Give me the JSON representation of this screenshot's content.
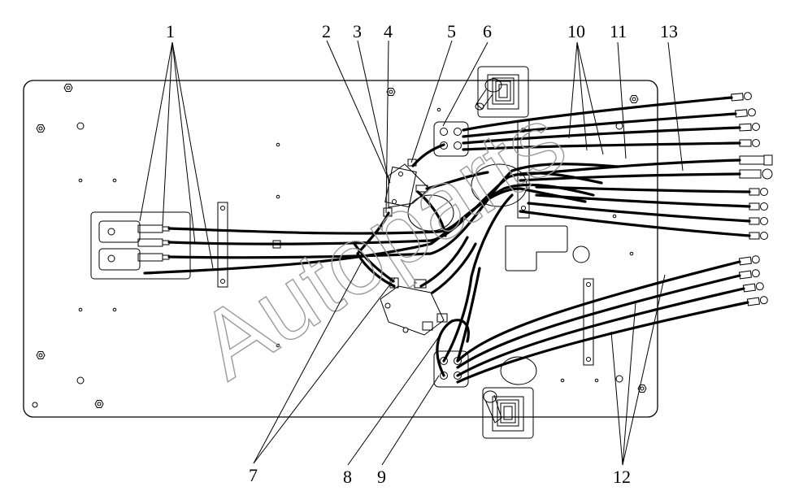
{
  "watermark": {
    "text": "Autoparts",
    "color": "#9a9a9a"
  },
  "callouts": [
    {
      "id": "c1",
      "text": "1"
    },
    {
      "id": "c2",
      "text": "2"
    },
    {
      "id": "c3",
      "text": "3"
    },
    {
      "id": "c4",
      "text": "4"
    },
    {
      "id": "c5",
      "text": "5"
    },
    {
      "id": "c6",
      "text": "6"
    },
    {
      "id": "c7",
      "text": "7"
    },
    {
      "id": "c8",
      "text": "8"
    },
    {
      "id": "c9",
      "text": "9"
    },
    {
      "id": "c10",
      "text": "10"
    },
    {
      "id": "c11",
      "text": "11"
    },
    {
      "id": "c12",
      "text": "12"
    },
    {
      "id": "c13",
      "text": "13"
    }
  ]
}
